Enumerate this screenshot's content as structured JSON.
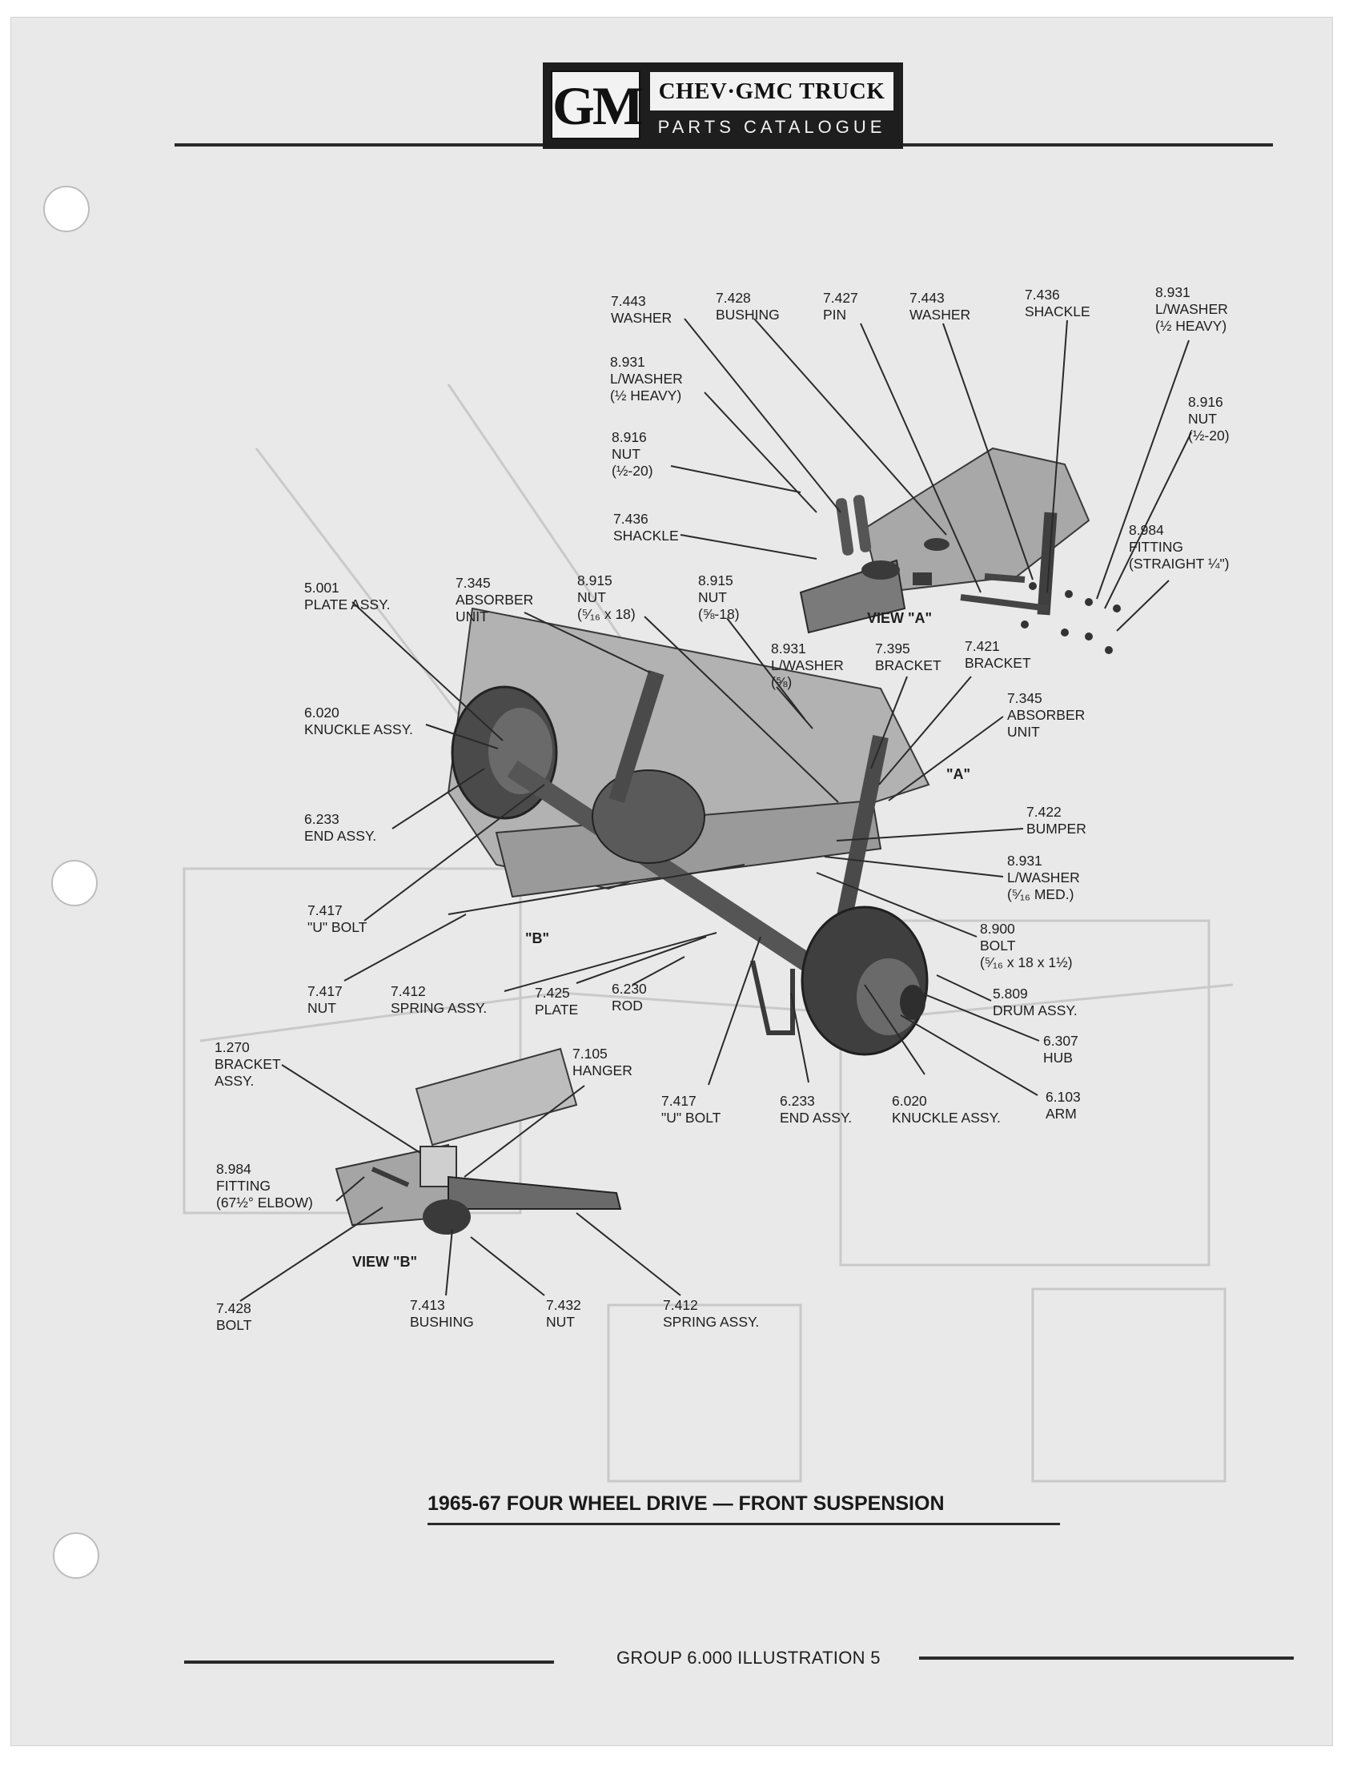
{
  "header": {
    "logo_letters": "GM",
    "title": "CHEV·GMC TRUCK",
    "subtitle": "PARTS CATALOGUE"
  },
  "callouts": {
    "top_washer_a": [
      "7.443",
      "WASHER"
    ],
    "top_bushing": [
      "7.428",
      "BUSHING"
    ],
    "top_pin": [
      "7.427",
      "PIN"
    ],
    "top_washer_b": [
      "7.443",
      "WASHER"
    ],
    "top_shackle": [
      "7.436",
      "SHACKLE"
    ],
    "top_lwasher_right": [
      "8.931",
      "L/WASHER",
      "(½ HEAVY)"
    ],
    "lwasher_left": [
      "8.931",
      "L/WASHER",
      "(½ HEAVY)"
    ],
    "nut_right": [
      "8.916",
      "NUT",
      "(½-20)"
    ],
    "nut_left": [
      "8.916",
      "NUT",
      "(½-20)"
    ],
    "shackle_left": [
      "7.436",
      "SHACKLE"
    ],
    "fitting_straight": [
      "8.984",
      "FITTING",
      "(STRAIGHT ¼\")"
    ],
    "plate_assy": [
      "5.001",
      "PLATE ASSY."
    ],
    "absorber_left": [
      "7.345",
      "ABSORBER",
      "UNIT"
    ],
    "nut_5_16": [
      "8.915",
      "NUT",
      "(⁵⁄₁₆ x 18)"
    ],
    "nut_5_8": [
      "8.915",
      "NUT",
      "(⅝-18)"
    ],
    "lwasher_5_8": [
      "8.931",
      "L/WASHER",
      "(⅝)"
    ],
    "bracket_395": [
      "7.395",
      "BRACKET"
    ],
    "bracket_421": [
      "7.421",
      "BRACKET"
    ],
    "absorber_right": [
      "7.345",
      "ABSORBER",
      "UNIT"
    ],
    "knuckle_left": [
      "6.020",
      "KNUCKLE ASSY."
    ],
    "end_assy_left": [
      "6.233",
      "END ASSY."
    ],
    "bumper": [
      "7.422",
      "BUMPER"
    ],
    "lwasher_med": [
      "8.931",
      "L/WASHER",
      "(⁵⁄₁₆ MED.)"
    ],
    "u_bolt_left": [
      "7.417",
      "\"U\" BOLT"
    ],
    "bolt_900": [
      "8.900",
      "BOLT",
      "(⁵⁄₁₆ x 18 x 1½)"
    ],
    "nut_417": [
      "7.417",
      "NUT"
    ],
    "spring_assy_mid": [
      "7.412",
      "SPRING ASSY."
    ],
    "plate_425": [
      "7.425",
      "PLATE"
    ],
    "rod": [
      "6.230",
      "ROD"
    ],
    "drum_assy": [
      "5.809",
      "DRUM ASSY."
    ],
    "hub": [
      "6.307",
      "HUB"
    ],
    "bracket_assy": [
      "1.270",
      "BRACKET",
      "ASSY."
    ],
    "hanger": [
      "7.105",
      "HANGER"
    ],
    "u_bolt_bottom": [
      "7.417",
      "\"U\" BOLT"
    ],
    "end_assy_bottom": [
      "6.233",
      "END ASSY."
    ],
    "knuckle_bottom": [
      "6.020",
      "KNUCKLE ASSY."
    ],
    "arm": [
      "6.103",
      "ARM"
    ],
    "fitting_elbow": [
      "8.984",
      "FITTING",
      "(67½° ELBOW)"
    ],
    "bolt_428": [
      "7.428",
      "BOLT"
    ],
    "bushing_413": [
      "7.413",
      "BUSHING"
    ],
    "nut_432": [
      "7.432",
      "NUT"
    ],
    "spring_assy_bottom": [
      "7.412",
      "SPRING ASSY."
    ]
  },
  "views": {
    "view_a": "VIEW \"A\"",
    "view_b": "VIEW \"B\"",
    "ref_a": "\"A\"",
    "ref_b": "\"B\""
  },
  "caption": "1965-67 FOUR WHEEL DRIVE — FRONT SUSPENSION",
  "footer": "GROUP 6.000 ILLUSTRATION 5"
}
